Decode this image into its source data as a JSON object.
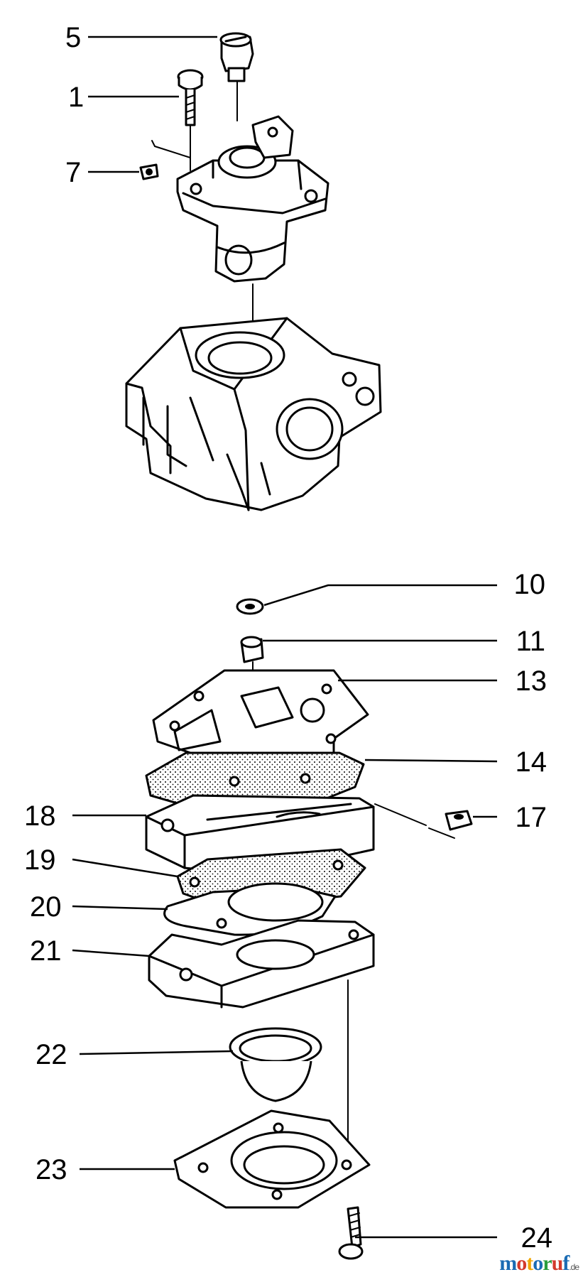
{
  "callouts": [
    {
      "id": "5",
      "label": "5"
    },
    {
      "id": "1",
      "label": "1"
    },
    {
      "id": "7",
      "label": "7"
    },
    {
      "id": "10",
      "label": "10"
    },
    {
      "id": "11",
      "label": "11"
    },
    {
      "id": "13",
      "label": "13"
    },
    {
      "id": "14",
      "label": "14"
    },
    {
      "id": "17",
      "label": "17"
    },
    {
      "id": "18",
      "label": "18"
    },
    {
      "id": "19",
      "label": "19"
    },
    {
      "id": "20",
      "label": "20"
    },
    {
      "id": "21",
      "label": "21"
    },
    {
      "id": "22",
      "label": "22"
    },
    {
      "id": "23",
      "label": "23"
    },
    {
      "id": "24",
      "label": "24"
    }
  ],
  "watermark": {
    "letters": [
      {
        "ch": "m",
        "color": "#1a6bb3"
      },
      {
        "ch": "o",
        "color": "#d33a2c"
      },
      {
        "ch": "t",
        "color": "#f0a500"
      },
      {
        "ch": "o",
        "color": "#1a6bb3"
      },
      {
        "ch": "r",
        "color": "#2a9d3c"
      },
      {
        "ch": "u",
        "color": "#d33a2c"
      },
      {
        "ch": "f",
        "color": "#1a6bb3"
      }
    ],
    "suffix": ".de"
  }
}
